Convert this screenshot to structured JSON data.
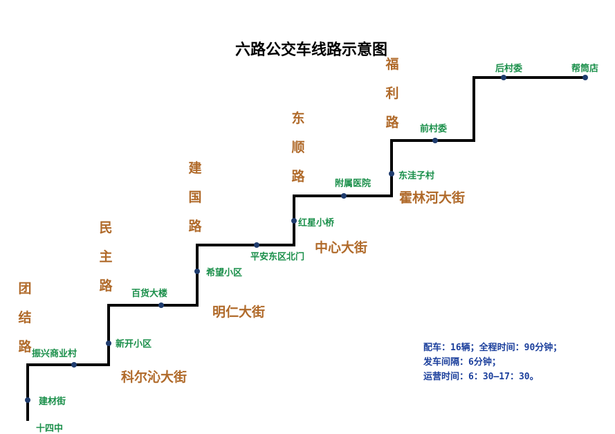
{
  "title": "六路公交车线路示意图",
  "colors": {
    "route": "#000000",
    "stop_dot": "#1f3c6e",
    "stop_label": "#1a8f4a",
    "street_label": "#b06a2a",
    "info_text": "#1b3f9c"
  },
  "stops": [
    "十四中",
    "建材街",
    "振兴商业村",
    "新开小区",
    "百货大楼",
    "希望小区",
    "平安东区北门",
    "红星小桥",
    "附属医院",
    "东洼子村",
    "前村委",
    "后村委",
    "帮筒店"
  ],
  "streets": [
    "科尔沁大街",
    "明仁大街",
    "中心大街",
    "霍林河大街"
  ],
  "roads": [
    "团结路",
    "民主路",
    "建国路",
    "东顺路",
    "福利路"
  ],
  "info": {
    "line1": "配车：16辆；全程时间：90分钟；",
    "line2": "发车间隔：6分钟；",
    "line3": "运营时间：6：30—17：30。"
  }
}
